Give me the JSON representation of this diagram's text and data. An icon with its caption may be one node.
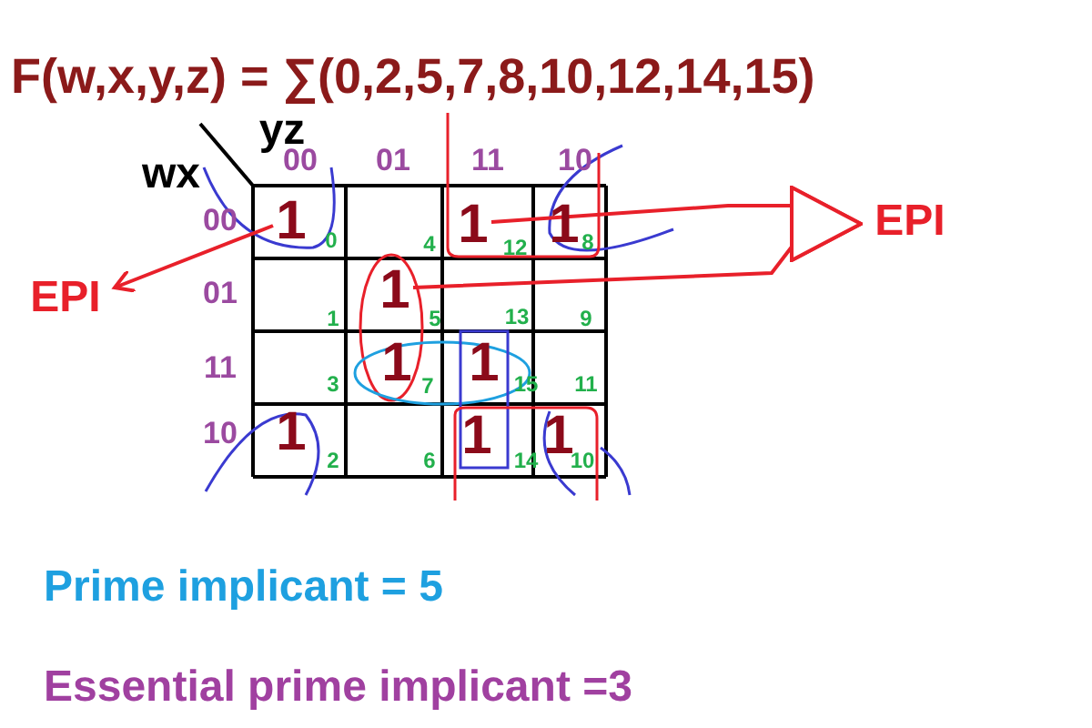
{
  "diagram": {
    "title": "F(w,x,y,z) = ∑(0,2,5,7,8,10,12,14,15)",
    "nodes": [
      {
        "text": [
          "1"
        ]
      },
      {
        "text": [
          "1"
        ]
      },
      {
        "text": [
          "1"
        ]
      },
      {
        "text": [
          "EPI"
        ]
      },
      {
        "text": [
          "EPI"
        ]
      }
    ],
    "edges": [
      {
        "from": 0,
        "to": 3,
        "arrow": "to"
      },
      {
        "from": 1,
        "to": 4,
        "arrow": "to"
      },
      {
        "from": 2,
        "to": 4,
        "arrow": "to"
      }
    ],
    "labels": [
      "yz",
      "wx",
      "00",
      "01",
      "11",
      "10",
      "00",
      "0",
      "4",
      "12",
      "1",
      "8",
      "01",
      "1",
      "5",
      "13",
      "9",
      "11",
      "1",
      "3",
      "7",
      "1",
      "15",
      "11",
      "10",
      "1",
      "2",
      "6",
      "1",
      "14",
      "1",
      "10",
      "Prime implicant = 5",
      "Essential prime implicant =3"
    ]
  }
}
